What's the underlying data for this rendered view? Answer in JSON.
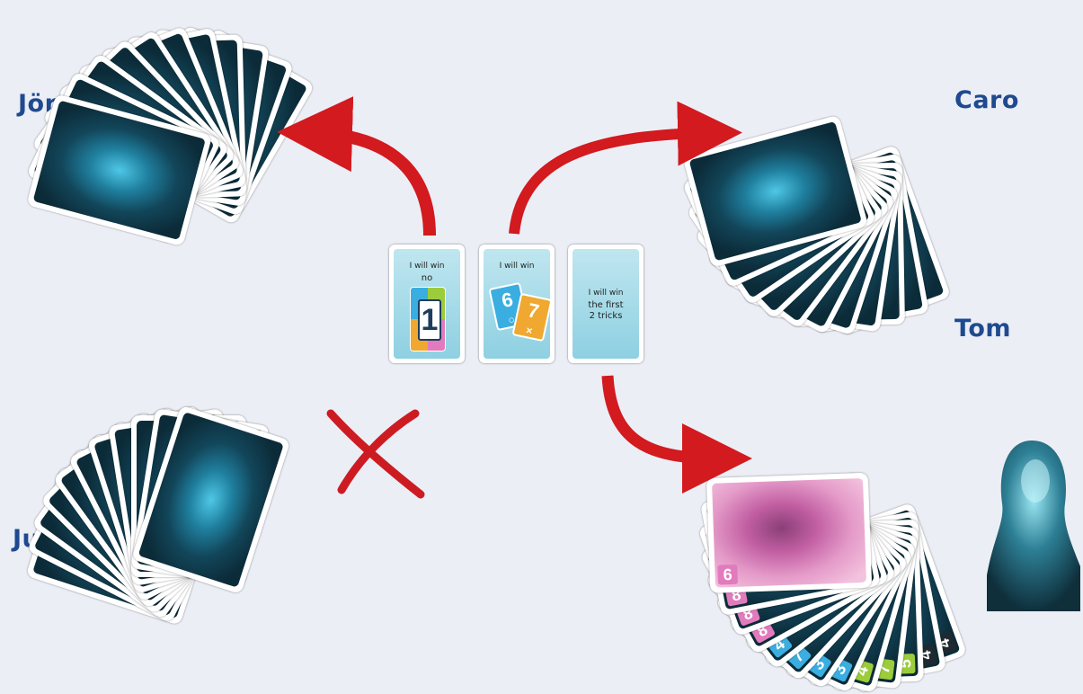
{
  "players": {
    "jorn": "Jörn",
    "caro": "Caro",
    "tom": "Tom",
    "julia": "Julia"
  },
  "tasks": [
    {
      "line1": "I will win",
      "line2": "no",
      "number": "1"
    },
    {
      "line1": "I will win",
      "card_a": "6",
      "card_b": "7",
      "sym_a": "○",
      "sym_b": "×"
    },
    {
      "line1": "I will win",
      "line2": "the first",
      "line3": "2 tricks"
    }
  ],
  "tom_hand": {
    "values": [
      "4",
      "4",
      "5",
      "7",
      "4",
      "3",
      "3",
      "7",
      "4",
      "8",
      "8",
      "8",
      "6"
    ],
    "colors": [
      "#1e2a30",
      "#1e2a30",
      "#9ccc3c",
      "#9ccc3c",
      "#9ccc3c",
      "#3aaee0",
      "#3aaee0",
      "#3aaee0",
      "#3aaee0",
      "#e27bbd",
      "#e27bbd",
      "#e27bbd",
      "#e27bbd"
    ]
  },
  "colors": {
    "arrow": "#d21a1f",
    "name": "#1f4a8f",
    "background": "#eceef6"
  },
  "icons": [
    "arrow-to-jorn",
    "arrow-to-caro",
    "arrow-to-tom",
    "cross-icon",
    "pawn-figure"
  ]
}
